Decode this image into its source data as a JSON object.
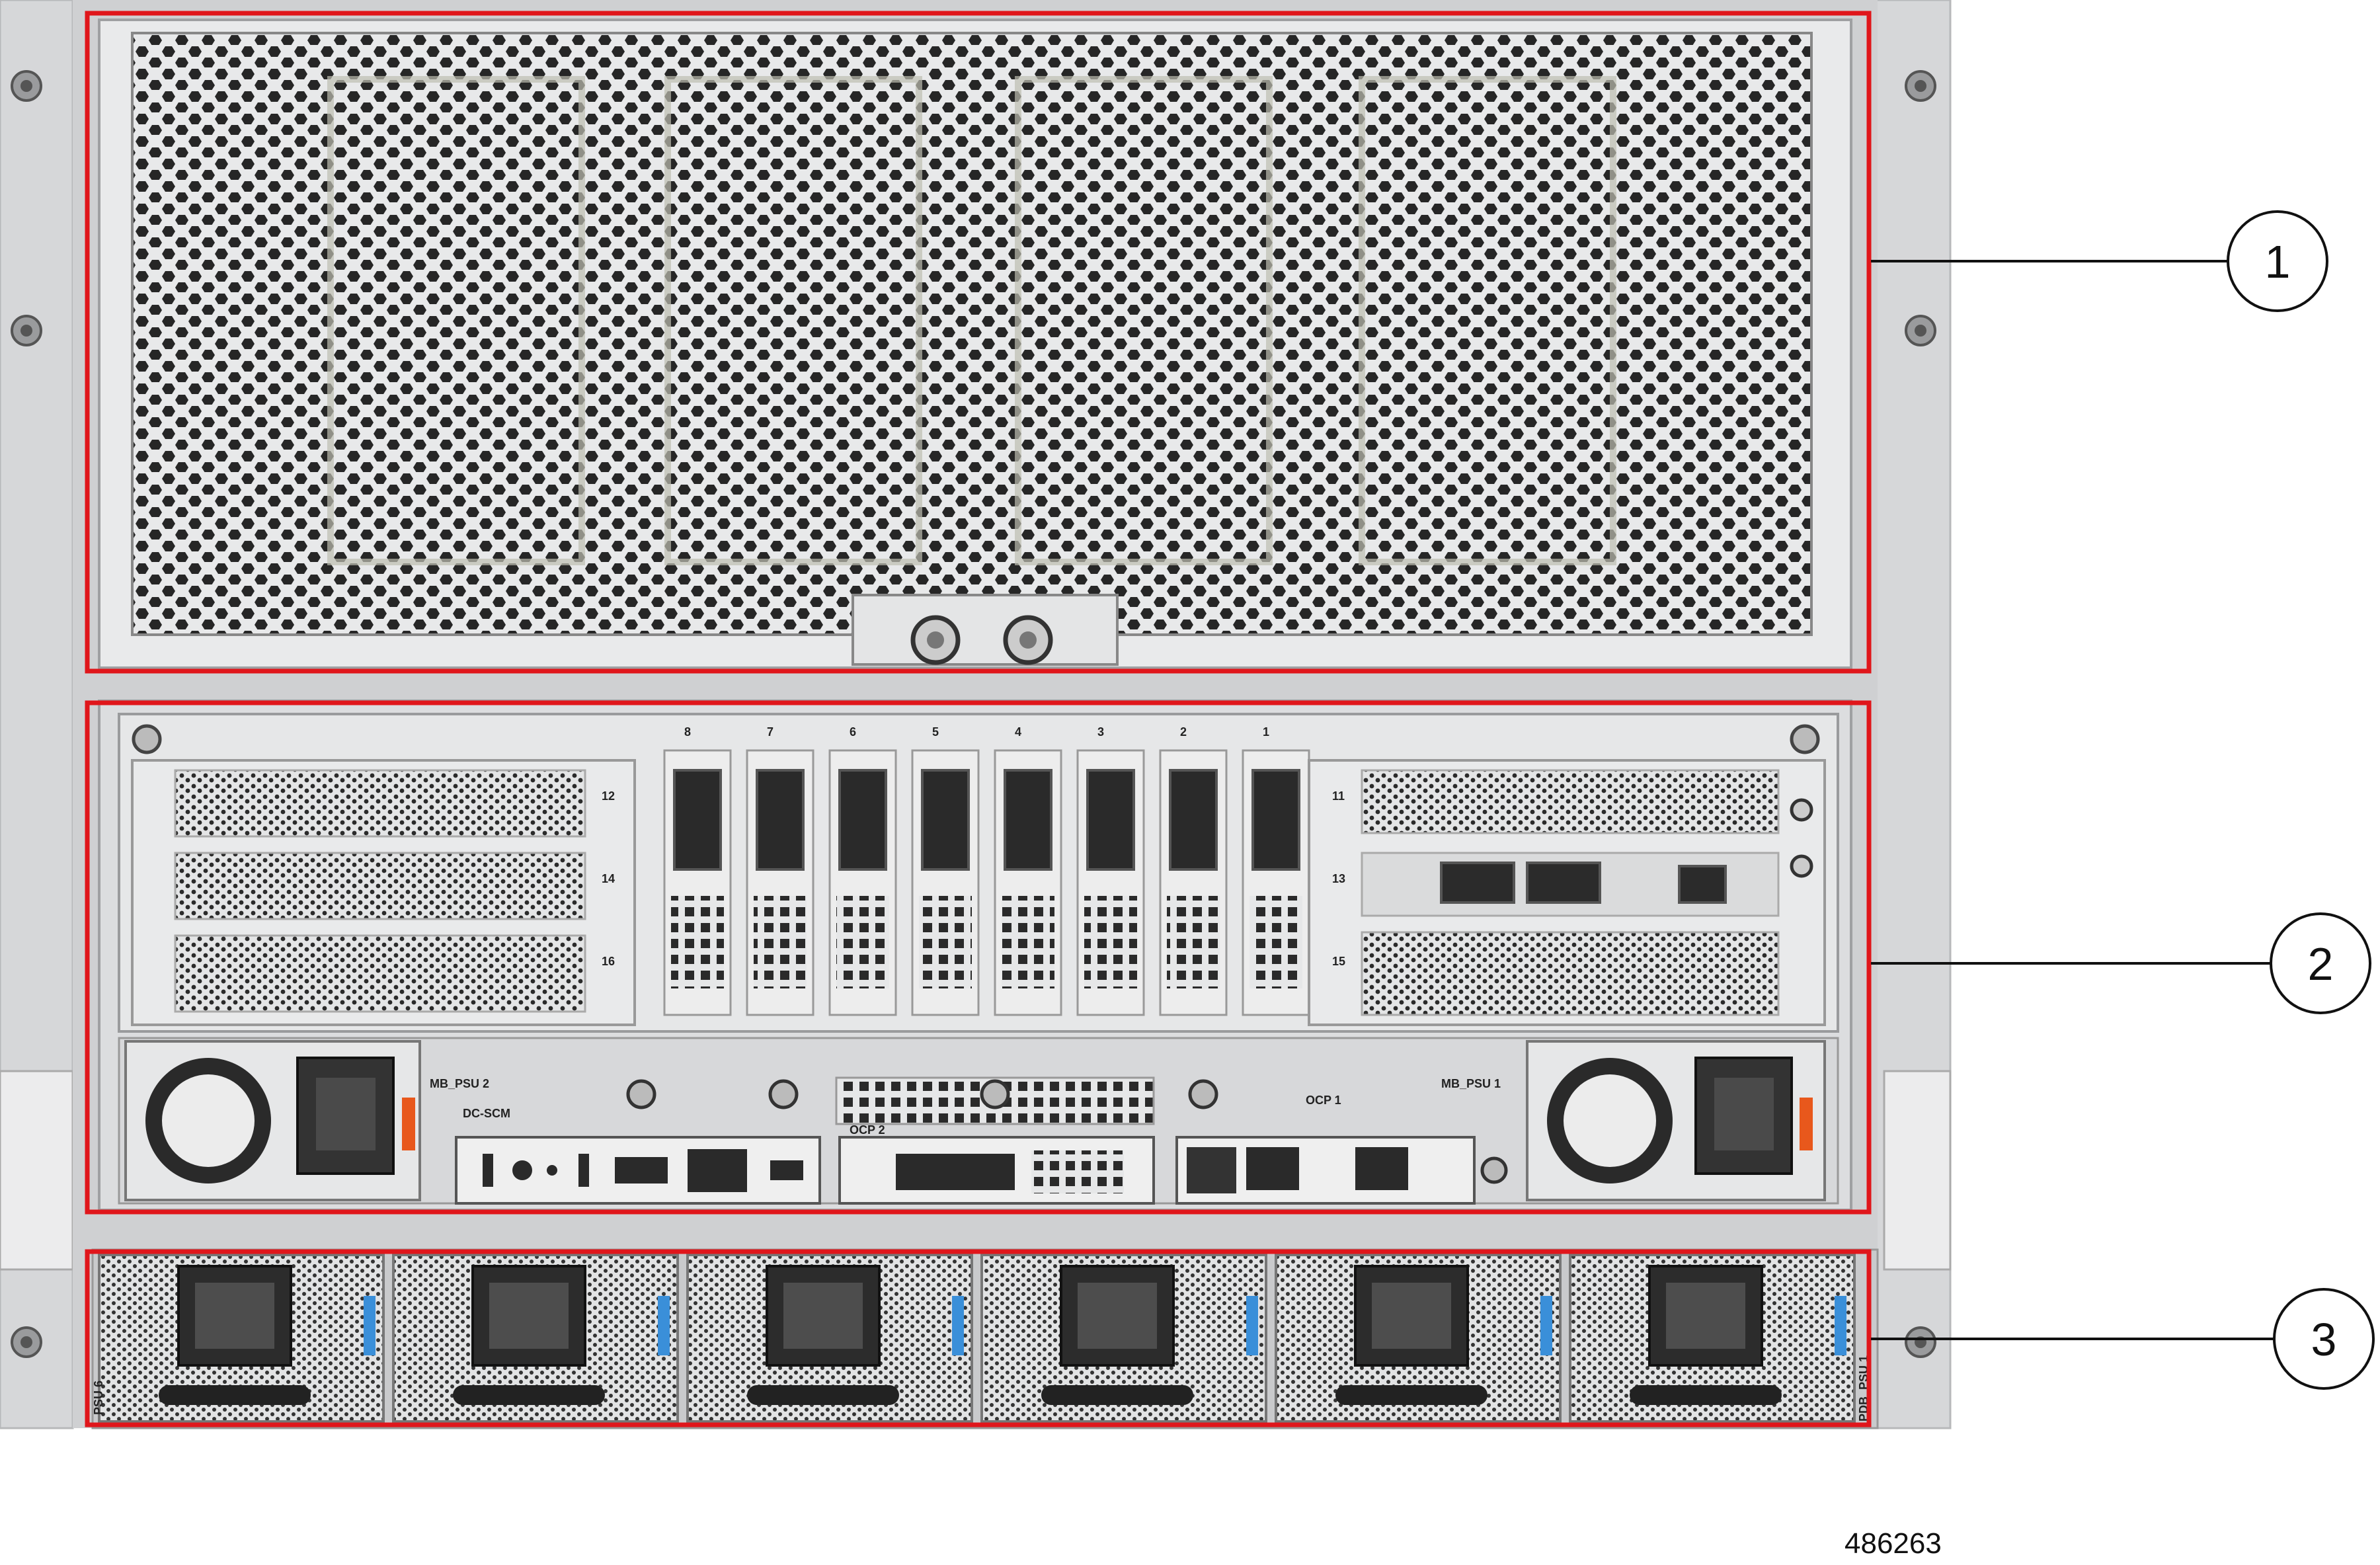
{
  "callouts": [
    "1",
    "2",
    "3"
  ],
  "slot_labels": [
    "8",
    "7",
    "6",
    "5",
    "4",
    "3",
    "2",
    "1"
  ],
  "left_riser_labels": [
    "12",
    "14",
    "16"
  ],
  "right_riser_labels": [
    "11",
    "13",
    "15"
  ],
  "labels": {
    "mb_psu2": "MB_PSU 2",
    "mb_psu1": "MB_PSU 1",
    "dc_scm": "DC-SCM",
    "ocp2": "OCP 2",
    "ocp1": "OCP 1",
    "psu6": "PSU 6",
    "psu1": "PDB_PSU 1"
  },
  "figure_id": "486263",
  "colors": {
    "highlight": "#e0161b",
    "chassis": "#d9dadc",
    "mesh_dark": "#2b2b2b",
    "accent_orange": "#e8581c",
    "latch_blue": "#3a8fd9"
  }
}
